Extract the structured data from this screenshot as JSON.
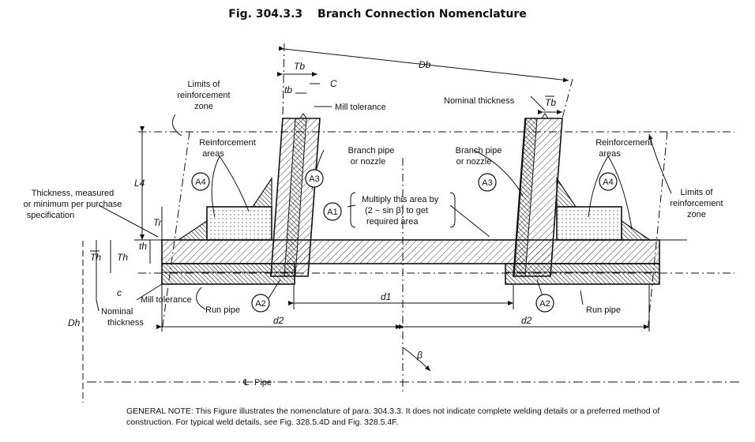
{
  "figure": {
    "number": "Fig. 304.3.3",
    "title": "Branch Connection Nomenclature"
  },
  "labels": {
    "limits_left": [
      "Limits of",
      "reinforcement",
      "zone"
    ],
    "limits_right": [
      "Limits of",
      "reinforcement",
      "zone"
    ],
    "reinf_left": [
      "Reinforcement",
      "areas"
    ],
    "reinf_right": [
      "Reinforcement",
      "areas"
    ],
    "branch_left": [
      "Branch pipe",
      "or nozzle"
    ],
    "branch_right": [
      "Branch pipe",
      "or nozzle"
    ],
    "thickness": [
      "Thickness, measured",
      "or minimum per purchase",
      "specification"
    ],
    "mill_top": "Mill tolerance",
    "mill_bottom": "Mill tolerance",
    "nominal_top": "Nominal thickness",
    "nominal_bottom": [
      "Nominal",
      "thickness"
    ],
    "run_left": "Run pipe",
    "run_right": "Run pipe",
    "multiply": [
      "Multiply this area by",
      "(2 − sin β) to get",
      "required area"
    ],
    "pipe_cl": "Pipe"
  },
  "symbols": {
    "Db": "Db",
    "Tb": "Tb",
    "tb": "tb",
    "C": "C",
    "Tb_bar": "Tb",
    "L4": "L4",
    "Tr": "Tr",
    "th": "th",
    "Th": "Th",
    "Th_bar": "Th",
    "c": "c",
    "Dh": "Dh",
    "d1": "d1",
    "d2_left": "d2",
    "d2_right": "d2",
    "beta": "β",
    "cl": "℄",
    "A1": "A1",
    "A2": "A2",
    "A3": "A3",
    "A4": "A4"
  },
  "general_note": "GENERAL NOTE: This Figure illustrates the nomenclature of para. 304.3.3. It does not indicate complete welding details or a preferred method of construction. For typical weld details, see Fig. 328.5.4D and Fig. 328.5.4F."
}
